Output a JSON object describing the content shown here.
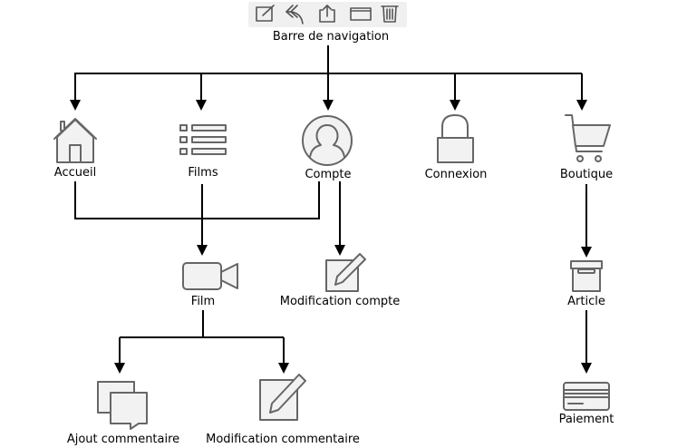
{
  "navbar": {
    "label": "Barre de navigation",
    "toolbar_icons": [
      "edit-icon",
      "reply-icon",
      "share-icon",
      "window-icon",
      "trash-icon"
    ]
  },
  "nodes": {
    "accueil": {
      "label": "Accueil",
      "icon": "home-icon"
    },
    "films": {
      "label": "Films",
      "icon": "list-icon"
    },
    "compte": {
      "label": "Compte",
      "icon": "user-icon"
    },
    "connexion": {
      "label": "Connexion",
      "icon": "lock-icon"
    },
    "boutique": {
      "label": "Boutique",
      "icon": "cart-icon"
    },
    "film": {
      "label": "Film",
      "icon": "video-camera-icon"
    },
    "modification_compte": {
      "label": "Modification compte",
      "icon": "edit-icon"
    },
    "article": {
      "label": "Article",
      "icon": "archive-box-icon"
    },
    "ajout_commentaire": {
      "label": "Ajout commentaire",
      "icon": "comments-icon"
    },
    "modification_commentaire": {
      "label": "Modification commentaire",
      "icon": "edit-icon"
    },
    "paiement": {
      "label": "Paiement",
      "icon": "credit-card-icon"
    }
  },
  "edges": [
    [
      "navbar",
      "accueil"
    ],
    [
      "navbar",
      "films"
    ],
    [
      "navbar",
      "compte"
    ],
    [
      "navbar",
      "connexion"
    ],
    [
      "navbar",
      "boutique"
    ],
    [
      "accueil",
      "film"
    ],
    [
      "films",
      "film"
    ],
    [
      "compte",
      "film"
    ],
    [
      "compte",
      "modification_compte"
    ],
    [
      "boutique",
      "article"
    ],
    [
      "article",
      "paiement"
    ],
    [
      "film",
      "ajout_commentaire"
    ],
    [
      "film",
      "modification_commentaire"
    ]
  ]
}
